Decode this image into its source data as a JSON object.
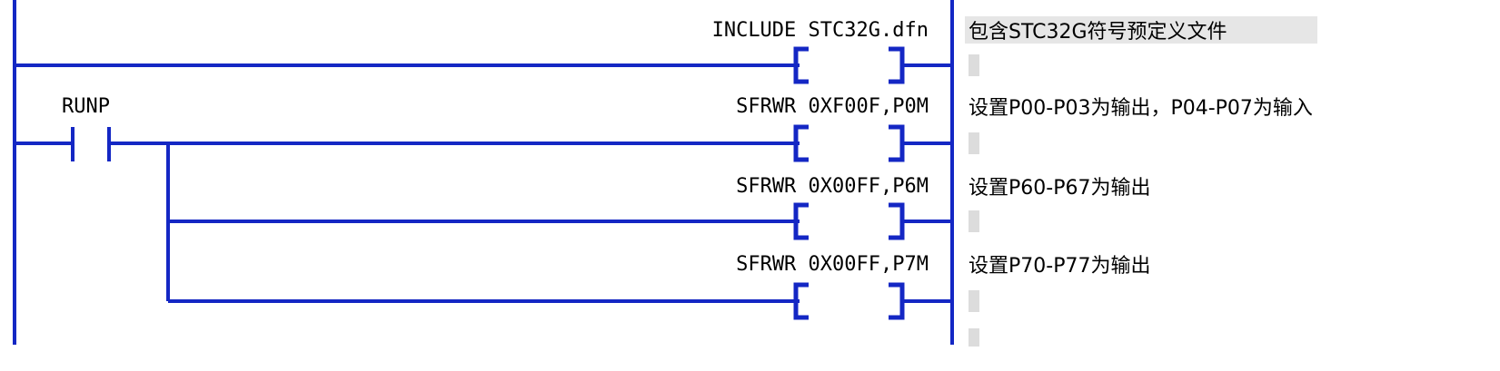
{
  "colors": {
    "wire": "#1427c4",
    "text": "#000000",
    "comment_highlight": "#e6e6e6",
    "background": "#ffffff"
  },
  "rungs": [
    {
      "contact": "",
      "instruction": "INCLUDE STC32G.dfn",
      "comment": "包含STC32G符号预定义文件"
    },
    {
      "contact": "RUNP",
      "instruction": "SFRWR 0XF00F,P0M",
      "comment": "设置P00-P03为输出，P04-P07为输入"
    },
    {
      "contact": "",
      "instruction": "SFRWR 0X00FF,P6M",
      "comment": "设置P60-P67为输出"
    },
    {
      "contact": "",
      "instruction": "SFRWR 0X00FF,P7M",
      "comment": "设置P70-P77为输出"
    }
  ]
}
